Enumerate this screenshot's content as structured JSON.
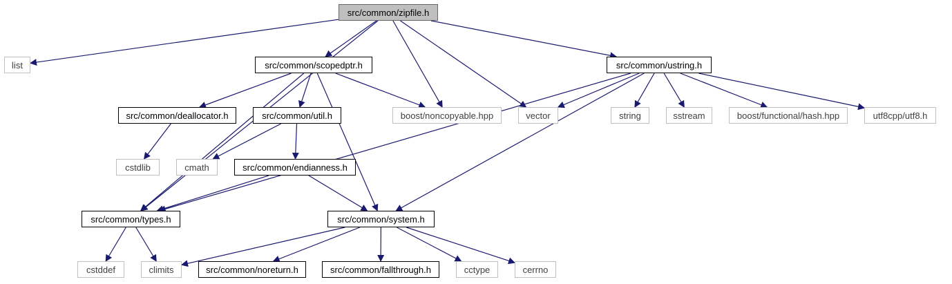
{
  "diagram": {
    "type": "include-dependency-graph",
    "colors": {
      "edge": "#191970",
      "local_border": "#000000",
      "system_border": "#bfbfbf",
      "root_fill": "#bfbfbf"
    },
    "nodes": {
      "zipfile": {
        "label": "src/common/zipfile.h",
        "kind": "root"
      },
      "list": {
        "label": "list",
        "kind": "system"
      },
      "scopedptr": {
        "label": "src/common/scopedptr.h",
        "kind": "local"
      },
      "ustring": {
        "label": "src/common/ustring.h",
        "kind": "local"
      },
      "deallocator": {
        "label": "src/common/deallocator.h",
        "kind": "local"
      },
      "util": {
        "label": "src/common/util.h",
        "kind": "local"
      },
      "noncopyable": {
        "label": "boost/noncopyable.hpp",
        "kind": "system"
      },
      "vector": {
        "label": "vector",
        "kind": "system"
      },
      "string": {
        "label": "string",
        "kind": "system"
      },
      "sstream": {
        "label": "sstream",
        "kind": "system"
      },
      "hash": {
        "label": "boost/functional/hash.hpp",
        "kind": "system"
      },
      "utf8": {
        "label": "utf8cpp/utf8.h",
        "kind": "system"
      },
      "cstdlib": {
        "label": "cstdlib",
        "kind": "system"
      },
      "cmath": {
        "label": "cmath",
        "kind": "system"
      },
      "endianness": {
        "label": "src/common/endianness.h",
        "kind": "local"
      },
      "types": {
        "label": "src/common/types.h",
        "kind": "local"
      },
      "system": {
        "label": "src/common/system.h",
        "kind": "local"
      },
      "cstddef": {
        "label": "cstddef",
        "kind": "system"
      },
      "climits": {
        "label": "climits",
        "kind": "system"
      },
      "noreturn": {
        "label": "src/common/noreturn.h",
        "kind": "local"
      },
      "fallthrough": {
        "label": "src/common/fallthrough.h",
        "kind": "local"
      },
      "cctype": {
        "label": "cctype",
        "kind": "system"
      },
      "cerrno": {
        "label": "cerrno",
        "kind": "system"
      }
    },
    "edges": [
      [
        "zipfile",
        "list"
      ],
      [
        "zipfile",
        "types"
      ],
      [
        "zipfile",
        "scopedptr"
      ],
      [
        "zipfile",
        "noncopyable"
      ],
      [
        "zipfile",
        "vector"
      ],
      [
        "zipfile",
        "ustring"
      ],
      [
        "scopedptr",
        "types"
      ],
      [
        "scopedptr",
        "deallocator"
      ],
      [
        "scopedptr",
        "util"
      ],
      [
        "scopedptr",
        "noncopyable"
      ],
      [
        "scopedptr",
        "system"
      ],
      [
        "ustring",
        "vector"
      ],
      [
        "ustring",
        "types"
      ],
      [
        "ustring",
        "string"
      ],
      [
        "ustring",
        "sstream"
      ],
      [
        "ustring",
        "hash"
      ],
      [
        "ustring",
        "utf8"
      ],
      [
        "ustring",
        "system"
      ],
      [
        "deallocator",
        "cstdlib"
      ],
      [
        "util",
        "cmath"
      ],
      [
        "util",
        "endianness"
      ],
      [
        "endianness",
        "types"
      ],
      [
        "endianness",
        "system"
      ],
      [
        "types",
        "cstddef"
      ],
      [
        "types",
        "climits"
      ],
      [
        "system",
        "climits"
      ],
      [
        "system",
        "noreturn"
      ],
      [
        "system",
        "fallthrough"
      ],
      [
        "system",
        "cctype"
      ],
      [
        "system",
        "cerrno"
      ]
    ]
  }
}
